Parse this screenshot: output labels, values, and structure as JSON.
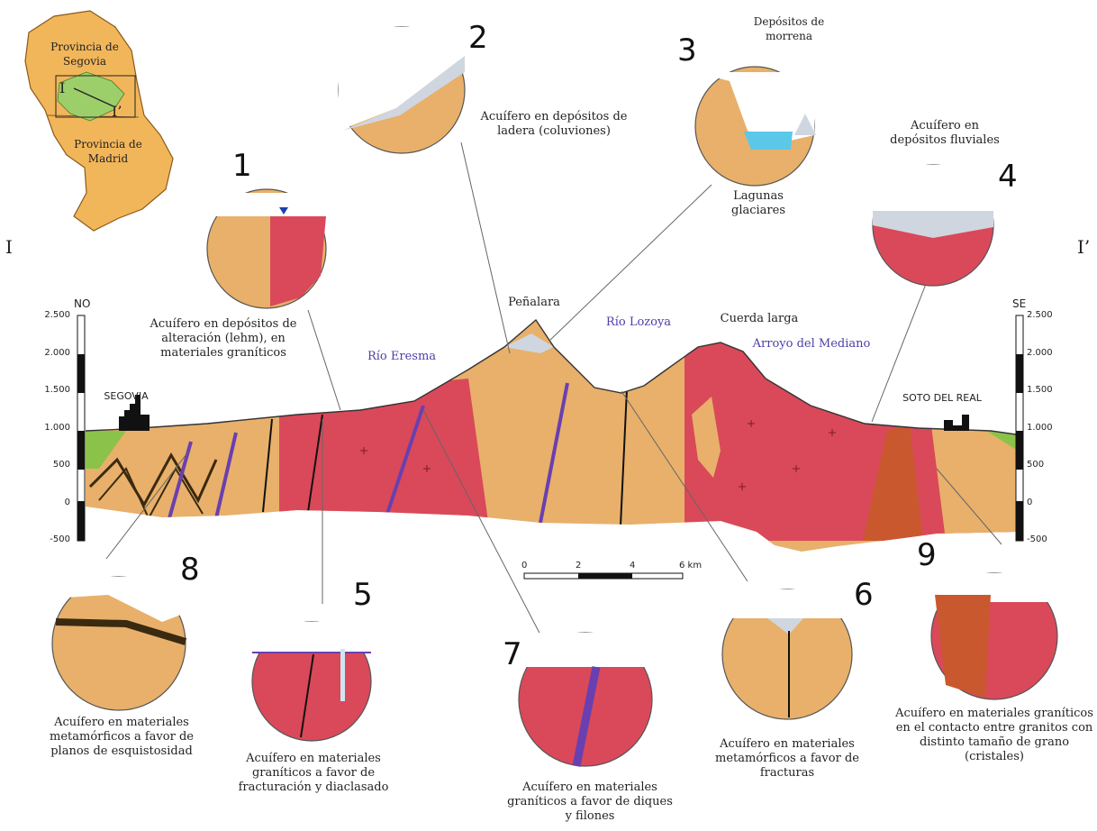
{
  "map": {
    "segovia_label": "Provincia de Segovia",
    "madrid_label": "Provincia de Madrid",
    "section_start": "I",
    "section_end": "I’"
  },
  "section": {
    "left_end": "I",
    "right_end": "I’",
    "left_dir": "NO",
    "right_dir": "SE",
    "elevation_ticks": [
      "2.500",
      "2.000",
      "1.500",
      "1.000",
      "500",
      "0",
      "-500"
    ],
    "places": {
      "segovia": "SEGOVIA",
      "soto": "SOTO DEL REAL",
      "penalara": "Peñalara",
      "cuerda": "Cuerda larga"
    },
    "rivers": {
      "eresma": "Río Eresma",
      "lozoya": "Río Lozoya",
      "mediano": "Arroyo del Mediano"
    },
    "scale": {
      "ticks": [
        "0",
        "2",
        "4",
        "6 km"
      ]
    }
  },
  "insets": [
    {
      "number": "1",
      "caption": "Acuífero en depósitos de alteración (lehm), en materiales graníticos"
    },
    {
      "number": "2",
      "caption": "Acuífero en depósitos de ladera (coluviones)"
    },
    {
      "number": "3",
      "caption": "Lagunas glaciares",
      "extra": "Depósitos de morrena"
    },
    {
      "number": "4",
      "caption": "Acuífero en depósitos fluviales"
    },
    {
      "number": "5",
      "caption": "Acuífero en materiales graníticos a favor de fracturación y diaclasado"
    },
    {
      "number": "6",
      "caption": "Acuífero en materiales metamórficos a favor de fracturas"
    },
    {
      "number": "7",
      "caption": "Acuífero en materiales graníticos a favor de diques y filones"
    },
    {
      "number": "8",
      "caption": "Acuífero en materiales metamórficos a favor de planos de esquistosidad"
    },
    {
      "number": "9",
      "caption": "Acuífero en materiales graníticos en el contacto entre granitos con distinto tamaño de grano (cristales)"
    }
  ],
  "colors": {
    "metamorphic": "#e8b06a",
    "granite": "#d9495a",
    "granite_coarse": "#c9582f",
    "sediment": "#8bc34a",
    "water": "#5bc8e8",
    "dike": "#6a3fb0",
    "map_fill": "#f2b65a",
    "map_zone": "#9ccf6a"
  }
}
